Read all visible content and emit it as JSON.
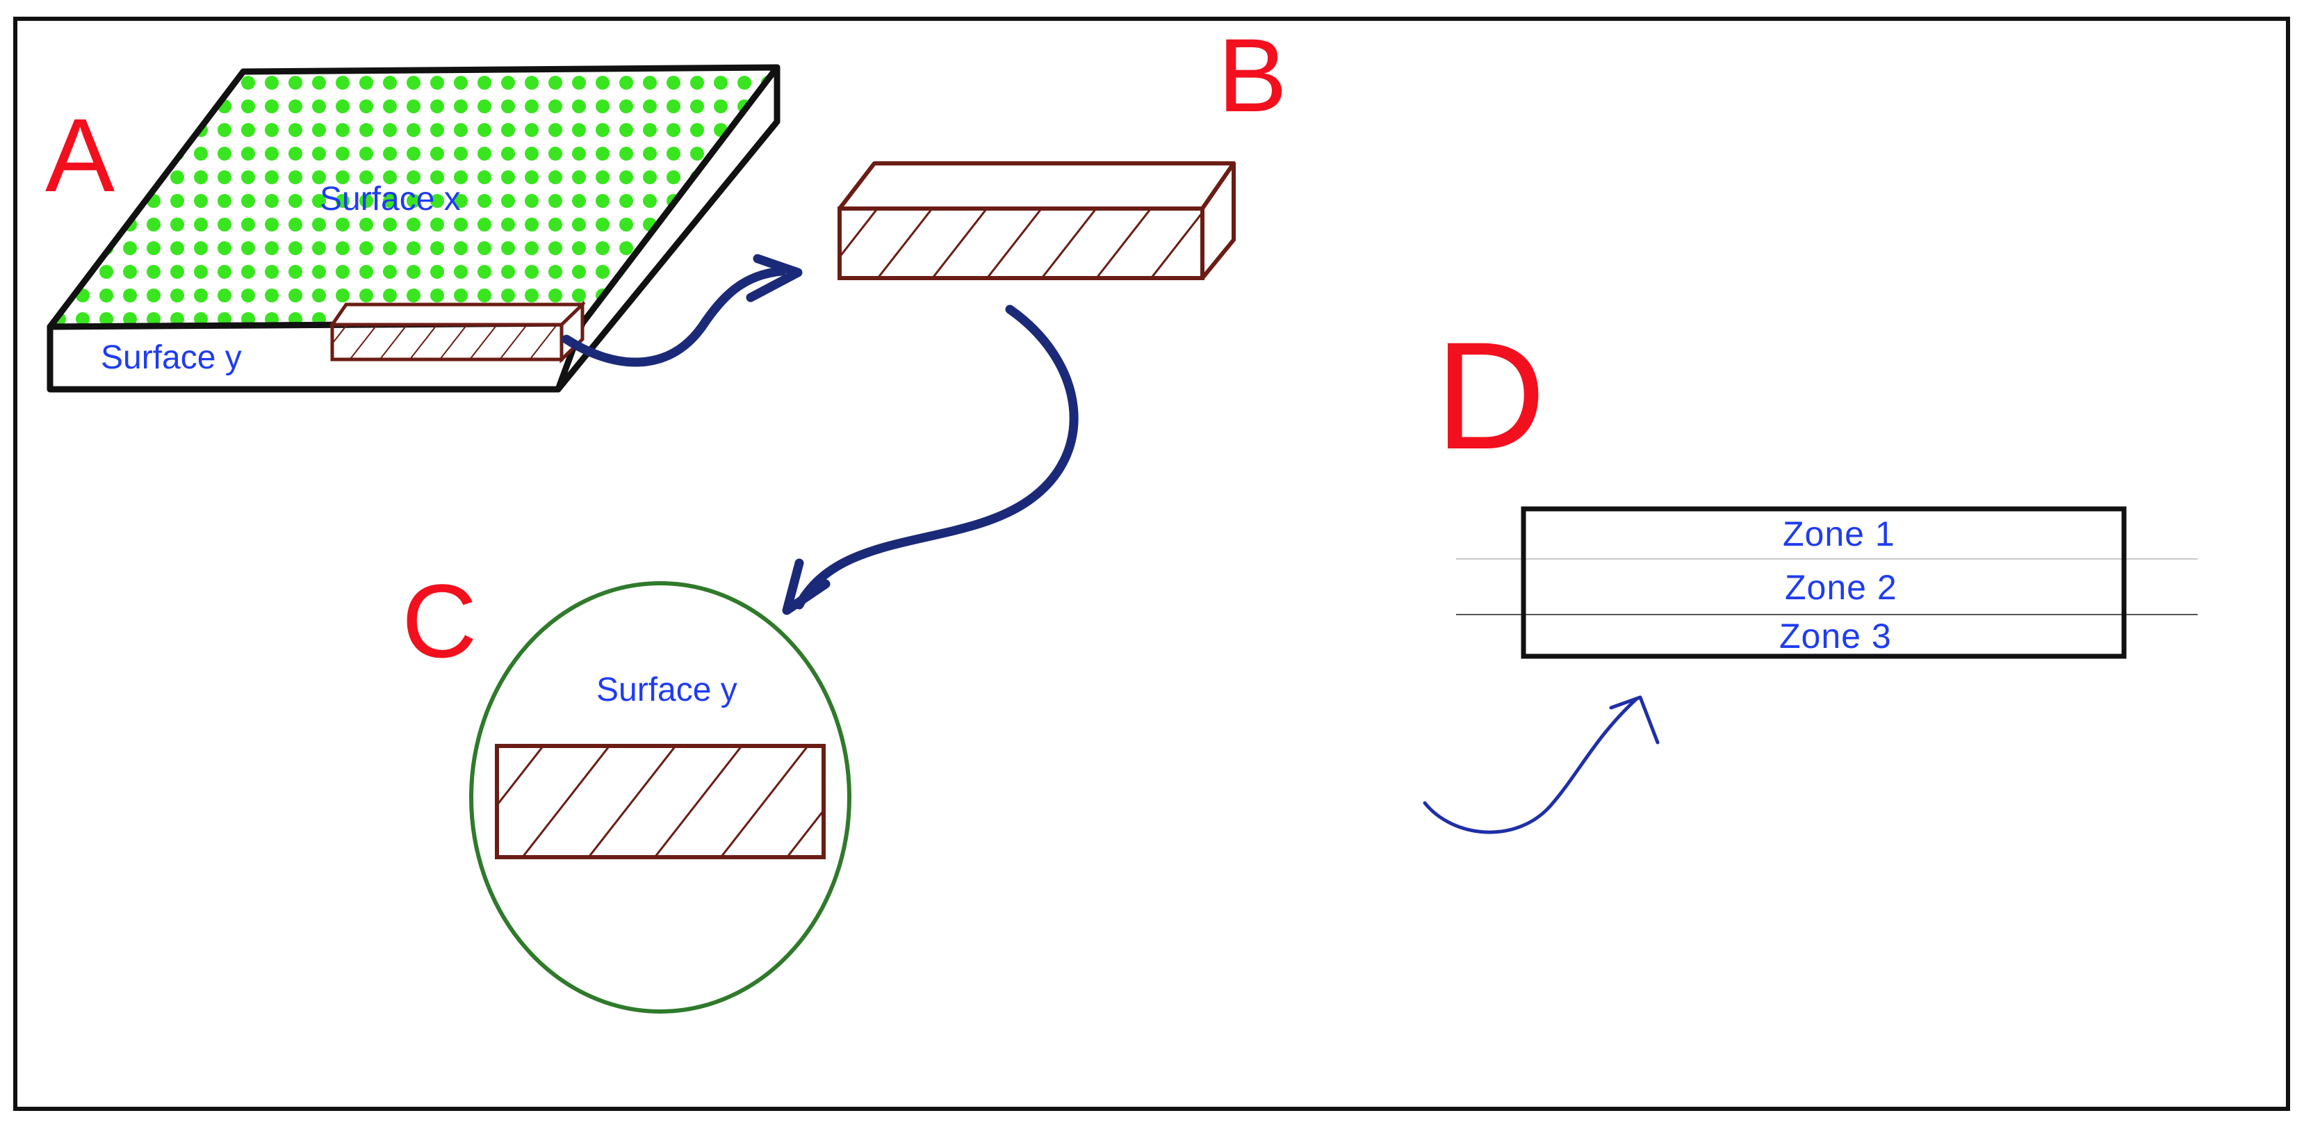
{
  "colors": {
    "frame": "#111111",
    "panel_letter": "#f2101e",
    "label_text": "#1f3cf0",
    "dots": "#39e51f",
    "sample_outline": "#6b1d15",
    "arrow": "#1b2a78",
    "circle": "#2f7a2b"
  },
  "panel_a": {
    "letter": "A",
    "surface_x_label": "Surface x",
    "surface_y_label": "Surface y"
  },
  "panel_b": {
    "letter": "B"
  },
  "panel_c": {
    "letter": "C",
    "surface_y_label": "Surface y"
  },
  "panel_d": {
    "letter": "D",
    "zones": [
      "Zone 1",
      "Zone 2",
      "Zone 3"
    ]
  },
  "icons": [
    "arrow-a-to-b-icon",
    "arrow-b-to-c-icon",
    "arrow-to-d-icon"
  ]
}
